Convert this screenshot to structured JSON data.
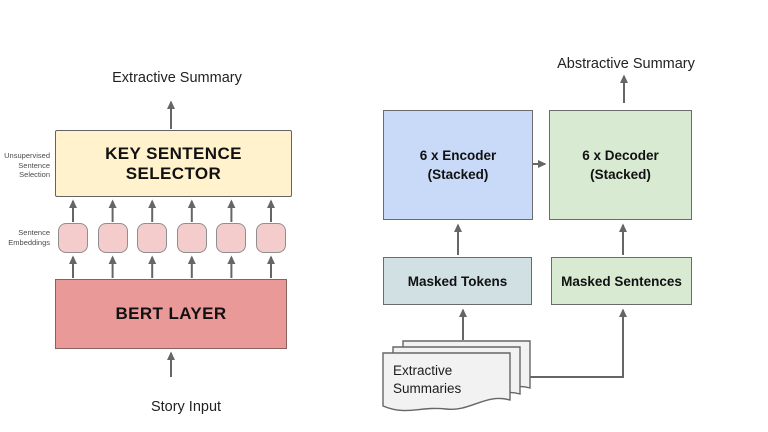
{
  "left_diagram": {
    "output_label": "Extractive Summary",
    "selector_label": "KEY SENTENCE SELECTOR",
    "selector_side_note": "Unsupervised\nSentence\nSelection",
    "embeddings_side_note": "Sentence\nEmbeddings",
    "embedding_count": 6,
    "bert_label": "BERT LAYER",
    "input_label": "Story Input"
  },
  "right_diagram": {
    "output_label": "Abstractive Summary",
    "encoder_label": "6 x Encoder\n(Stacked)",
    "decoder_label": "6 x Decoder\n(Stacked)",
    "masked_tokens_label": "Masked Tokens",
    "masked_sentences_label": "Masked Sentences",
    "documents_label": "Extractive\nSummaries"
  },
  "colors": {
    "selector_fill": "#fff2cc",
    "bert_fill": "#ea9999",
    "embedding_fill": "#f4cccc",
    "encoder_fill": "#c9daf8",
    "decoder_fill": "#d9ead3",
    "masked_tokens_fill": "#d0e0e3",
    "masked_sentences_fill": "#d9ead3",
    "document_fill": "#f2f2f2",
    "arrow": "#666666"
  }
}
